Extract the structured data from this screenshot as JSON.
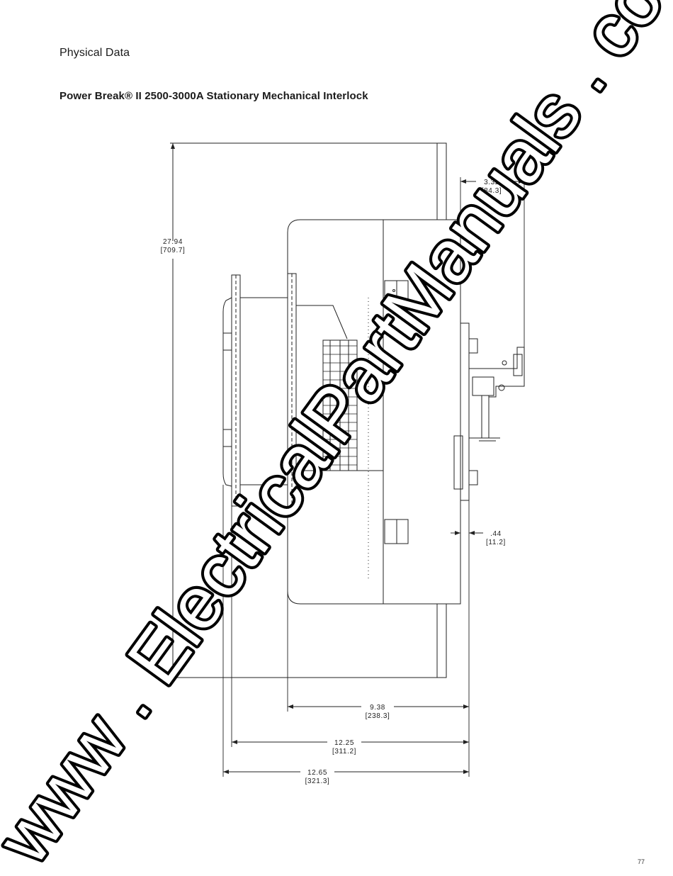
{
  "page": {
    "section_title": "Physical Data",
    "figure_title": "Power Break® II 2500-3000A Stationary Mechanical Interlock",
    "page_number": "77"
  },
  "dimensions": {
    "height": {
      "inches": "27.94",
      "mm": "[709.7]"
    },
    "top_right": {
      "inches": "3.32",
      "mm": "[84.3]"
    },
    "right_offset": {
      "inches": ".44",
      "mm": "[11.2]"
    },
    "depth_1": {
      "inches": "9.38",
      "mm": "[238.3]"
    },
    "depth_2": {
      "inches": "12.25",
      "mm": "[311.2]"
    },
    "depth_3": {
      "inches": "12.65",
      "mm": "[321.3]"
    }
  },
  "watermark": {
    "text": "www . ElectricalPartManuals . com"
  }
}
